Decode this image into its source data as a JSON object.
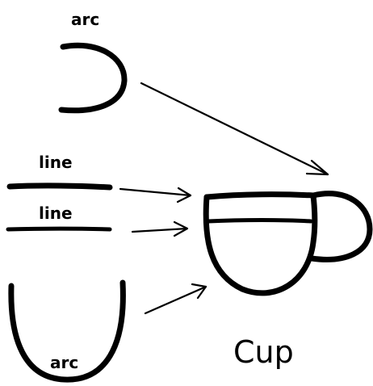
{
  "labels": {
    "arc_top": "arc",
    "line_1": "line",
    "line_2": "line",
    "arc_bottom": "arc",
    "result": "Cup"
  },
  "ink_color": "#000000",
  "background_color": "#ffffff"
}
